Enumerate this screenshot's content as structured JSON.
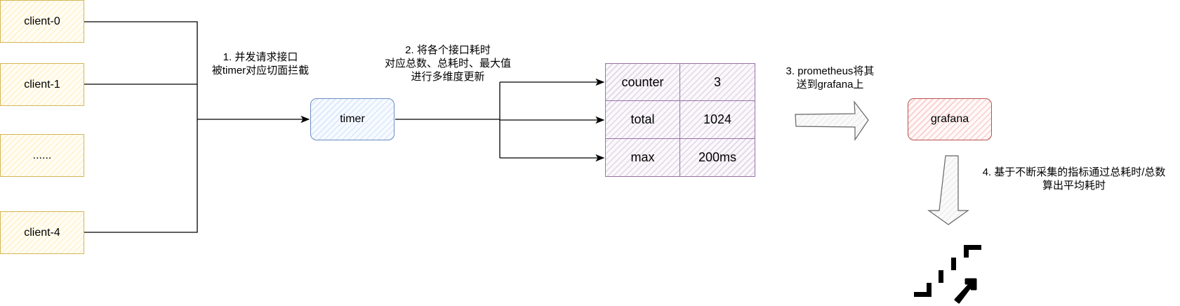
{
  "clients": [
    {
      "label": "client-0"
    },
    {
      "label": "client-1"
    },
    {
      "label": "......"
    },
    {
      "label": "client-4"
    }
  ],
  "timer": {
    "label": "timer"
  },
  "steps": {
    "step1": [
      "1. 并发请求接口",
      "被timer对应切面拦截"
    ],
    "step2": [
      "2. 将各个接口耗时",
      "对应总数、总耗时、最大值",
      "进行多维度更新"
    ],
    "step3": [
      "3. prometheus将其",
      "送到grafana上"
    ],
    "step4": [
      "4. 基于不断采集的指标通过总耗时/总数",
      "算出平均耗时"
    ]
  },
  "metrics_table": {
    "rows": [
      {
        "name": "counter",
        "value": "3"
      },
      {
        "name": "total",
        "value": "1024"
      },
      {
        "name": "max",
        "value": "200ms"
      }
    ]
  },
  "grafana": {
    "label": "grafana"
  },
  "icons": {
    "right_arrow": "block-arrow-right",
    "down_arrow": "block-arrow-down",
    "trend": "stairs-up-icon"
  },
  "colors": {
    "client_stroke": "#d6b656",
    "client_fill": "#fff2cc",
    "timer_stroke": "#6c8ebf",
    "timer_fill": "#dae8fc",
    "table_stroke": "#9673a6",
    "table_fill": "#e1d5e7",
    "grafana_stroke": "#b85450",
    "grafana_fill": "#f8cecc"
  }
}
